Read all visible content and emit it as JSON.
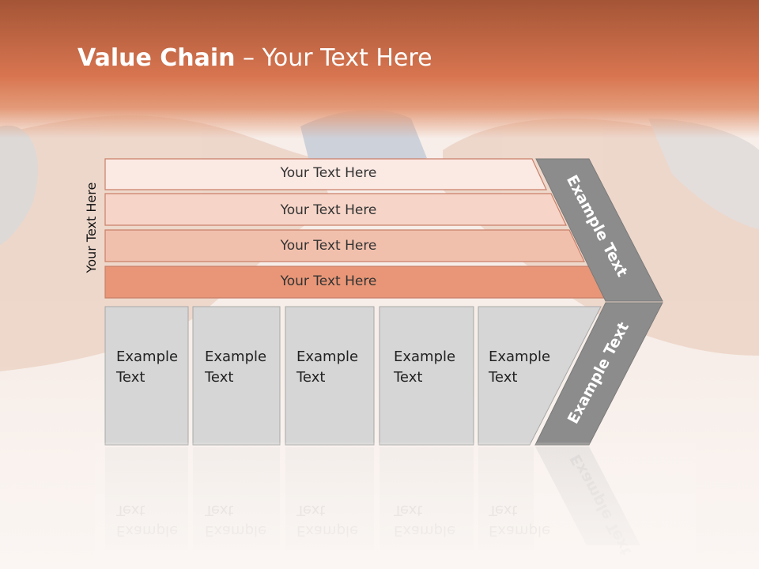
{
  "slide": {
    "title_bold": "Value Chain",
    "title_rest": " – Your Text Here",
    "side_label": "Your Text Here",
    "bars": [
      {
        "label": "Your Text Here",
        "color": "#fbe9e3"
      },
      {
        "label": "Your Text Here",
        "color": "#f6d5c8"
      },
      {
        "label": "Your Text Here",
        "color": "#f1c0ad"
      },
      {
        "label": "Your Text Here",
        "color": "#e89677"
      }
    ],
    "boxes": [
      {
        "line1": "Example",
        "line2": "Text"
      },
      {
        "line1": "Example",
        "line2": "Text"
      },
      {
        "line1": "Example",
        "line2": "Text"
      },
      {
        "line1": "Example",
        "line2": "Text"
      },
      {
        "line1": "Example",
        "line2": "Text"
      }
    ],
    "chevron_upper_label": "Example Text",
    "chevron_lower_label": "Example Text",
    "colors": {
      "header": "#d87550",
      "box_fill": "#d6d6d6",
      "chevron": "#8c8c8c"
    }
  }
}
